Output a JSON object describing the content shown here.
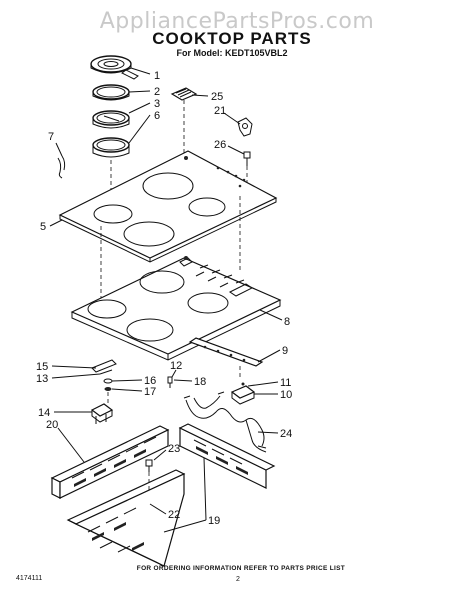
{
  "watermark": "AppliancePartsPros.com",
  "header": {
    "title": "COOKTOP PARTS",
    "subtitle": "For Model: KEDT105VBL2"
  },
  "callouts": {
    "c1": "1",
    "c2": "2",
    "c3": "3",
    "c6": "6",
    "c7": "7",
    "c5": "5",
    "c25": "25",
    "c21": "21",
    "c26": "26",
    "c8": "8",
    "c9": "9",
    "c15": "15",
    "c13": "13",
    "c16": "16",
    "c17": "17",
    "c12": "12",
    "c18": "18",
    "c11": "11",
    "c10": "10",
    "c14": "14",
    "c20": "20",
    "c23": "23",
    "c24": "24",
    "c22": "22",
    "c19": "19"
  },
  "footer": {
    "part_number": "4174111",
    "ordering_note": "FOR ORDERING INFORMATION REFER TO PARTS PRICE LIST",
    "page_number": "2"
  }
}
